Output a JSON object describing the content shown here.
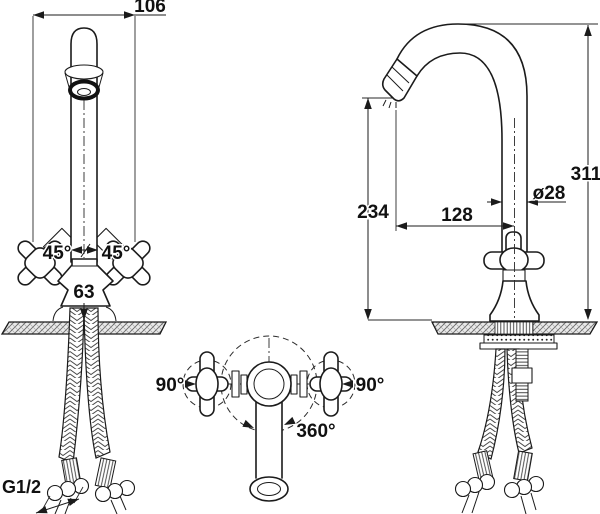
{
  "drawing": {
    "description": "Two-handle basin faucet technical drawing, three orthographic views"
  },
  "front_view": {
    "dim_width": "106",
    "angle_left": "45°",
    "angle_right": "45°",
    "dim_base": "63",
    "thread_label": "G1/2"
  },
  "top_view": {
    "rotate_left": "90°",
    "rotate_right": "90°",
    "swivel": "360°"
  },
  "side_view": {
    "dim_total_height": "311",
    "dim_outlet_height": "234",
    "dim_reach": "128",
    "dim_diameter": "ø28"
  },
  "colors": {
    "line": "#1b1b1b",
    "background": "#ffffff",
    "hatch": "#6a6a6a"
  }
}
